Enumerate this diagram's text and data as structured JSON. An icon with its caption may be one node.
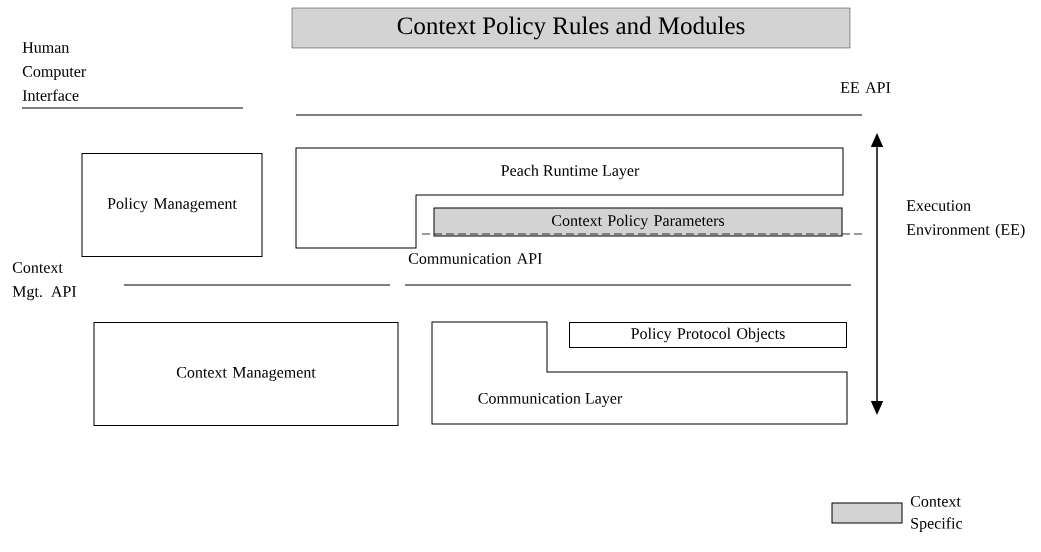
{
  "diagram": {
    "title": "Context Policy Rules and Modules",
    "nodes": [
      {
        "text": [
          "Policy Management"
        ]
      },
      {
        "text": [
          "Peach Runtime Layer"
        ]
      },
      {
        "text": [
          "Context Policy Parameters"
        ]
      },
      {
        "text": [
          "Context Management"
        ]
      },
      {
        "text": [
          "Communication Layer"
        ]
      },
      {
        "text": [
          "Policy Protocol Objects"
        ]
      }
    ],
    "labels": [
      "Human Computer Interface",
      "EE API",
      "Execution Environment (EE)",
      "Context Mgt. API",
      "Communication API"
    ],
    "legend": [
      {
        "text": "Context Specific",
        "color": "#d3d3d3"
      }
    ]
  }
}
